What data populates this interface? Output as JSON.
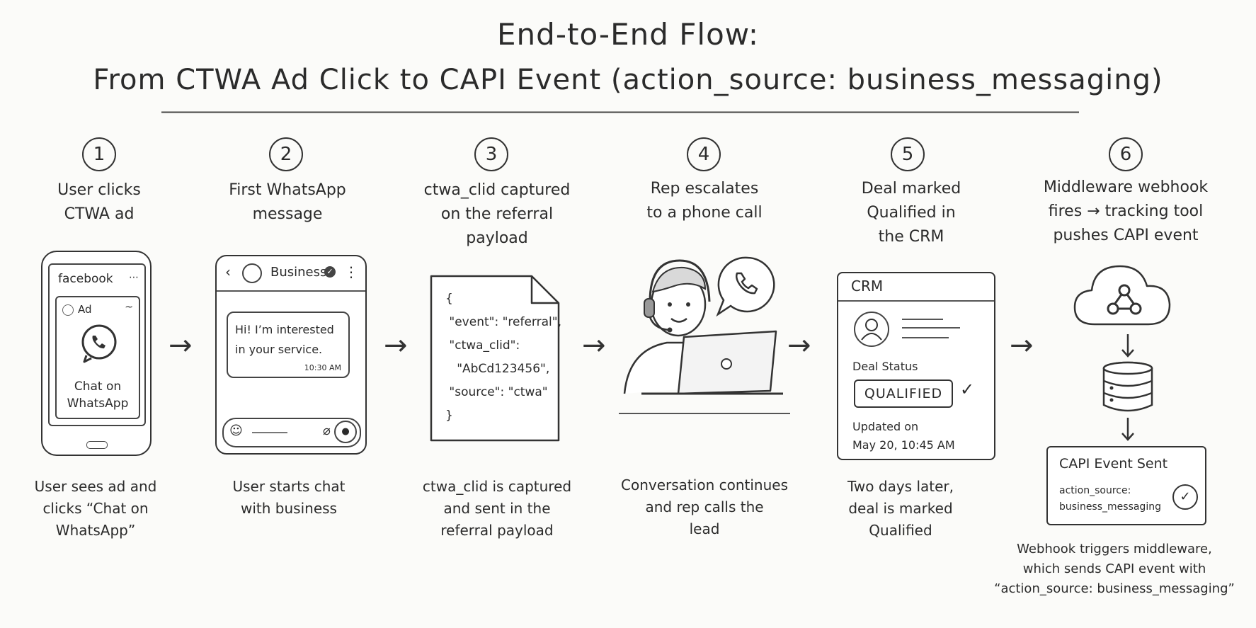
{
  "title": {
    "line1": "End-to-End Flow:",
    "line2": "From CTWA Ad Click to CAPI Event (action_source: business_messaging)"
  },
  "steps": [
    {
      "number": "1",
      "title": "User clicks\nCTWA ad",
      "caption": "User sees ad and\nclicks “Chat on\nWhatsApp”"
    },
    {
      "number": "2",
      "title": "First WhatsApp\nmessage",
      "caption": "User starts chat\nwith business"
    },
    {
      "number": "3",
      "title": "ctwa_clid captured\non the referral\npayload",
      "caption": "ctwa_clid is captured\nand sent in the\nreferral payload"
    },
    {
      "number": "4",
      "title": "Rep escalates\nto a phone call",
      "caption": "Conversation continues\nand rep calls the\nlead"
    },
    {
      "number": "5",
      "title": "Deal marked\nQualified in\nthe CRM",
      "caption": "Two days later,\ndeal is marked\nQualified"
    },
    {
      "number": "6",
      "title": "Middleware webhook\nfires → tracking tool\npushes CAPI event",
      "caption": "Webhook triggers middleware,\nwhich sends CAPI event with\n“action_source: business_messaging”"
    }
  ],
  "phone_ad": {
    "app": "facebook",
    "ad_label": "Ad",
    "cta": "Chat on\nWhatsApp"
  },
  "chat": {
    "contact": "Business",
    "message": "Hi! I’m interested\nin your service.",
    "time": "10:30 AM"
  },
  "payload": {
    "text": "{\n \"event\": \"referral\",\n \"ctwa_clid\":\n   \"AbCd123456\",\n \"source\": \"ctwa\"\n}"
  },
  "crm": {
    "title": "CRM",
    "status_label": "Deal Status",
    "status": "QUALIFIED",
    "updated": "Updated on\nMay 20, 10:45 AM"
  },
  "capi": {
    "title": "CAPI Event Sent",
    "detail": "action_source:\nbusiness_messaging"
  },
  "arrow": "→"
}
